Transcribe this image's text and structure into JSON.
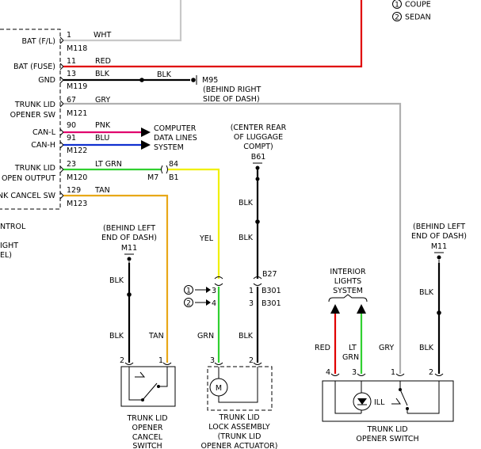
{
  "colors": {
    "wht": "#c8c8c8",
    "red": "#e00000",
    "blk": "#000000",
    "gry": "#b0b0b0",
    "pnk": "#e0006e",
    "blu": "#1030d0",
    "ltgrn": "#30d030",
    "yel": "#f0f000",
    "tan": "#e8a818",
    "grn": "#30d030"
  },
  "legend": {
    "items": [
      {
        "num": "1",
        "label": "COUPE"
      },
      {
        "num": "2",
        "label": "SEDAN"
      }
    ]
  },
  "module": {
    "control_fragment": "NTROL",
    "ight_fragment": "IGHT",
    "el_fragment": "EL)",
    "pins": [
      {
        "label": "BAT (F/L)",
        "pin": "1",
        "wire": "WHT",
        "conn": "M118"
      },
      {
        "label": "BAT (FUSE)",
        "pin": "11",
        "wire": "RED",
        "conn": ""
      },
      {
        "label": "GND",
        "pin": "13",
        "wire": "BLK",
        "conn": "M119"
      },
      {
        "label": "TRUNK LID",
        "label2": "OPENER SW",
        "pin": "67",
        "wire": "GRY",
        "conn": "M121"
      },
      {
        "label": "CAN-L",
        "pin": "90",
        "wire": "PNK",
        "conn": ""
      },
      {
        "label": "CAN-H",
        "pin": "91",
        "wire": "BLU",
        "conn": "M122"
      },
      {
        "label": "TRUNK LID",
        "label2": "OPEN OUTPUT",
        "pin": "23",
        "wire": "LT GRN",
        "conn": "M120"
      },
      {
        "label": "NK CANCEL SW",
        "pin": "129",
        "wire": "TAN",
        "conn": "M123"
      }
    ]
  },
  "ground_m95": {
    "wire": "BLK",
    "conn": "M95",
    "loc1": "(BEHIND RIGHT",
    "loc2": "SIDE OF DASH)"
  },
  "can_dest": {
    "l1": "COMPUTER",
    "l2": "DATA LINES",
    "l3": "SYSTEM"
  },
  "m7": {
    "conn": "M7",
    "pin": "84",
    "conn2": "B1"
  },
  "b61": {
    "loc1": "(CENTER REAR",
    "loc2": "OF LUGGAGE",
    "loc3": "COMPT)",
    "conn": "B61",
    "wire1": "BLK",
    "wire2": "BLK"
  },
  "left_ground": {
    "loc1": "(BEHIND LEFT",
    "loc2": "END OF DASH)",
    "conn": "M11",
    "wire1": "BLK",
    "wire2": "BLK"
  },
  "right_ground": {
    "loc1": "(BEHIND LEFT",
    "loc2": "END OF DASH)",
    "conn": "M11",
    "wire1": "BLK",
    "wire2": "BLK"
  },
  "yel_label": "YEL",
  "b27": {
    "conn": "B27",
    "variants": [
      {
        "num": "1",
        "pin_a": "3",
        "pin_b": "1",
        "conn": "B301"
      },
      {
        "num": "2",
        "pin_a": "4",
        "pin_b": "3",
        "conn": "B301"
      }
    ]
  },
  "grn_label": "GRN",
  "blk_act": "BLK",
  "cancel_switch": {
    "tan": "TAN",
    "blk": "BLK",
    "pin1": "1",
    "pin2": "2",
    "name1": "TRUNK LID",
    "name2": "OPENER",
    "name3": "CANCEL",
    "name4": "SWITCH"
  },
  "actuator": {
    "pin3": "3",
    "pin2": "2",
    "motor": "M",
    "name1": "TRUNK LID",
    "name2": "LOCK ASSEMBLY",
    "name3": "(TRUNK LID",
    "name4": "OPENER ACTUATOR)"
  },
  "interior": {
    "l1": "INTERIOR",
    "l2": "LIGHTS",
    "l3": "SYSTEM",
    "red": "RED",
    "lt": "LT",
    "grn": "GRN"
  },
  "opener_switch": {
    "gry": "GRY",
    "blk": "BLK",
    "pin4": "4",
    "pin3": "3",
    "pin1": "1",
    "pin2": "2",
    "ill": "ILL",
    "name1": "TRUNK LID",
    "name2": "OPENER SWITCH"
  }
}
